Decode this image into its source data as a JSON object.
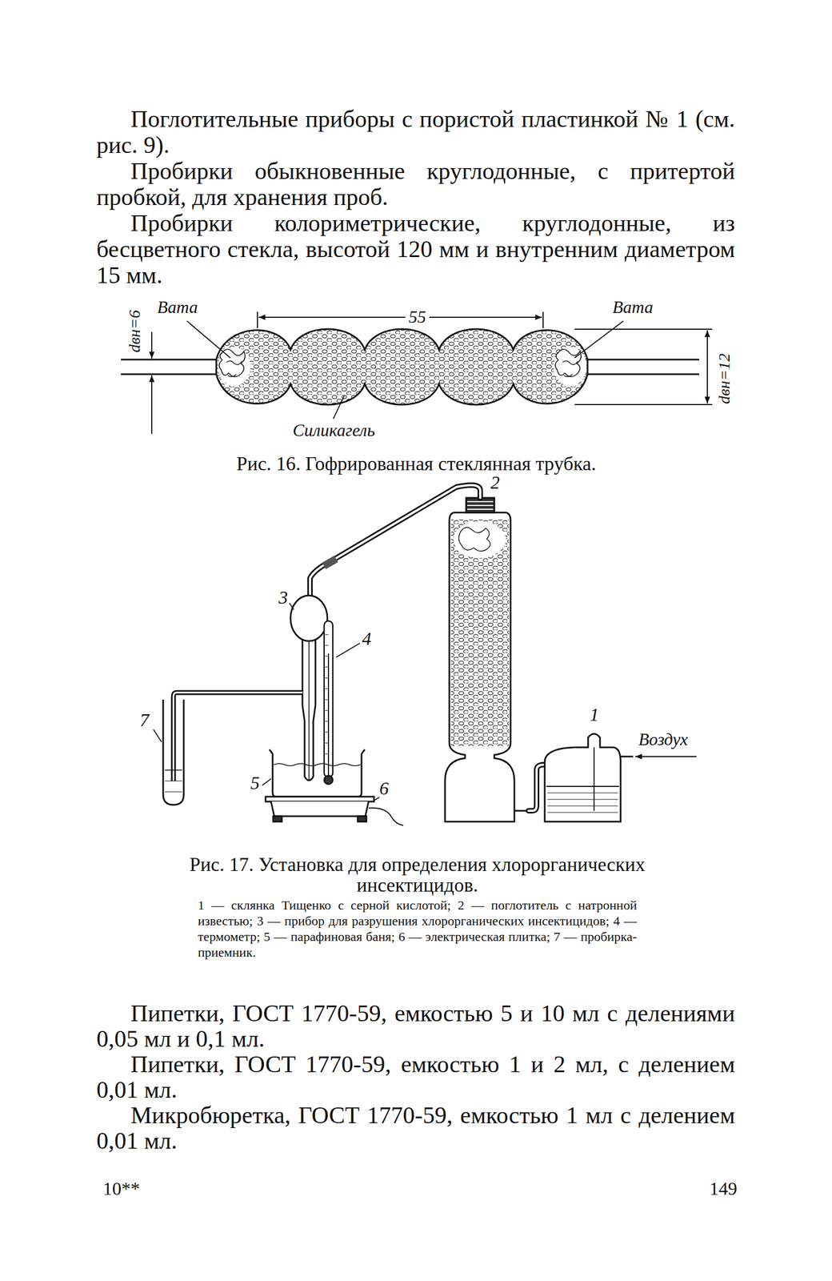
{
  "diagram": {
    "labels": [
      "Поглотительные приборы с пористой пластинкой № 1 (см. рис. 9).",
      "Пробирки обыкновенные круглодонные, с притертой пробкой, для хранения проб.",
      "Пробирки колориметрические, круглодонные, из бесцветного стекла, высотой 120 мм и внутренним диаметром 15 мм.",
      "Вата",
      "55",
      "Вата",
      "dвн=6",
      "dвн=12",
      "Силикагель",
      "Рис. 16. Гофрированная стеклянная трубка.",
      "2",
      "3",
      "4",
      "7",
      "1",
      "Воздух",
      "5",
      "6",
      "Рис. 17. Установка для определения хлорорганических инсектицидов.",
      "1 — склянка Тищенко с серной кислотой; 2 — поглотитель с натронной известью; 3 — прибор для разрушения хлорорганических инсектицидов; 4 — термометр; 5 — парафиновая баня; 6 — электрическая плитка; 7 — пробирка-приемник.",
      "Пипетки, ГОСТ 1770-59, емкостью 5 и 10 мл с делениями 0,05 мл и 0,1 мл.",
      "Пипетки, ГОСТ 1770-59, емкостью 1 и 2 мл, с делением 0,01 мл.",
      "Микробюретка, ГОСТ 1770-59, емкостью 1 мл с делением 0,01 мл.",
      "10**",
      "149"
    ]
  }
}
